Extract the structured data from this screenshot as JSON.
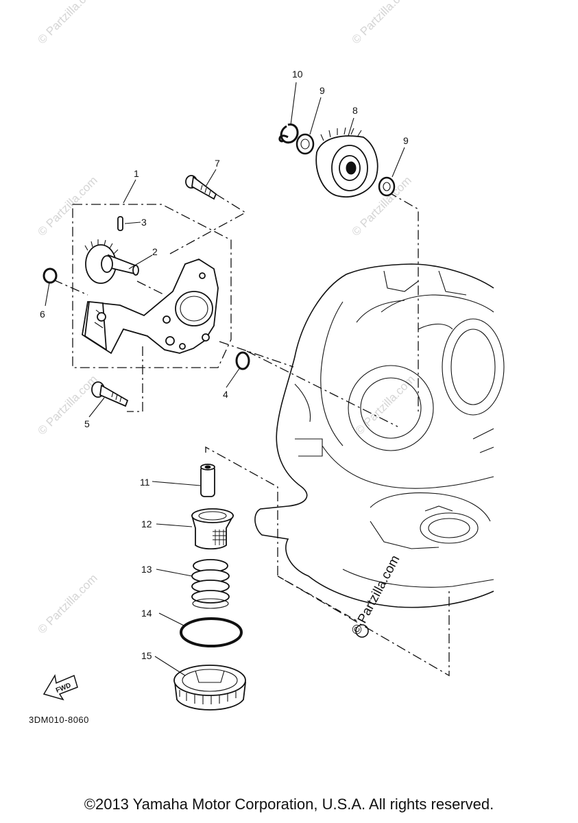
{
  "watermark_text": "© Partzilla.com",
  "diagram_code": "3DM010-8060",
  "fwd_label": "FWD",
  "copyright": "©2013 Yamaha Motor Corporation, U.S.A. All rights reserved.",
  "callouts": [
    {
      "id": "1",
      "label": "1"
    },
    {
      "id": "2",
      "label": "2"
    },
    {
      "id": "3",
      "label": "3"
    },
    {
      "id": "4",
      "label": "4"
    },
    {
      "id": "5",
      "label": "5"
    },
    {
      "id": "6",
      "label": "6"
    },
    {
      "id": "7",
      "label": "7"
    },
    {
      "id": "8",
      "label": "8"
    },
    {
      "id": "9a",
      "label": "9"
    },
    {
      "id": "9b",
      "label": "9"
    },
    {
      "id": "10",
      "label": "10"
    },
    {
      "id": "11",
      "label": "11"
    },
    {
      "id": "12",
      "label": "12"
    },
    {
      "id": "13",
      "label": "13"
    },
    {
      "id": "14",
      "label": "14"
    },
    {
      "id": "15",
      "label": "15"
    }
  ]
}
